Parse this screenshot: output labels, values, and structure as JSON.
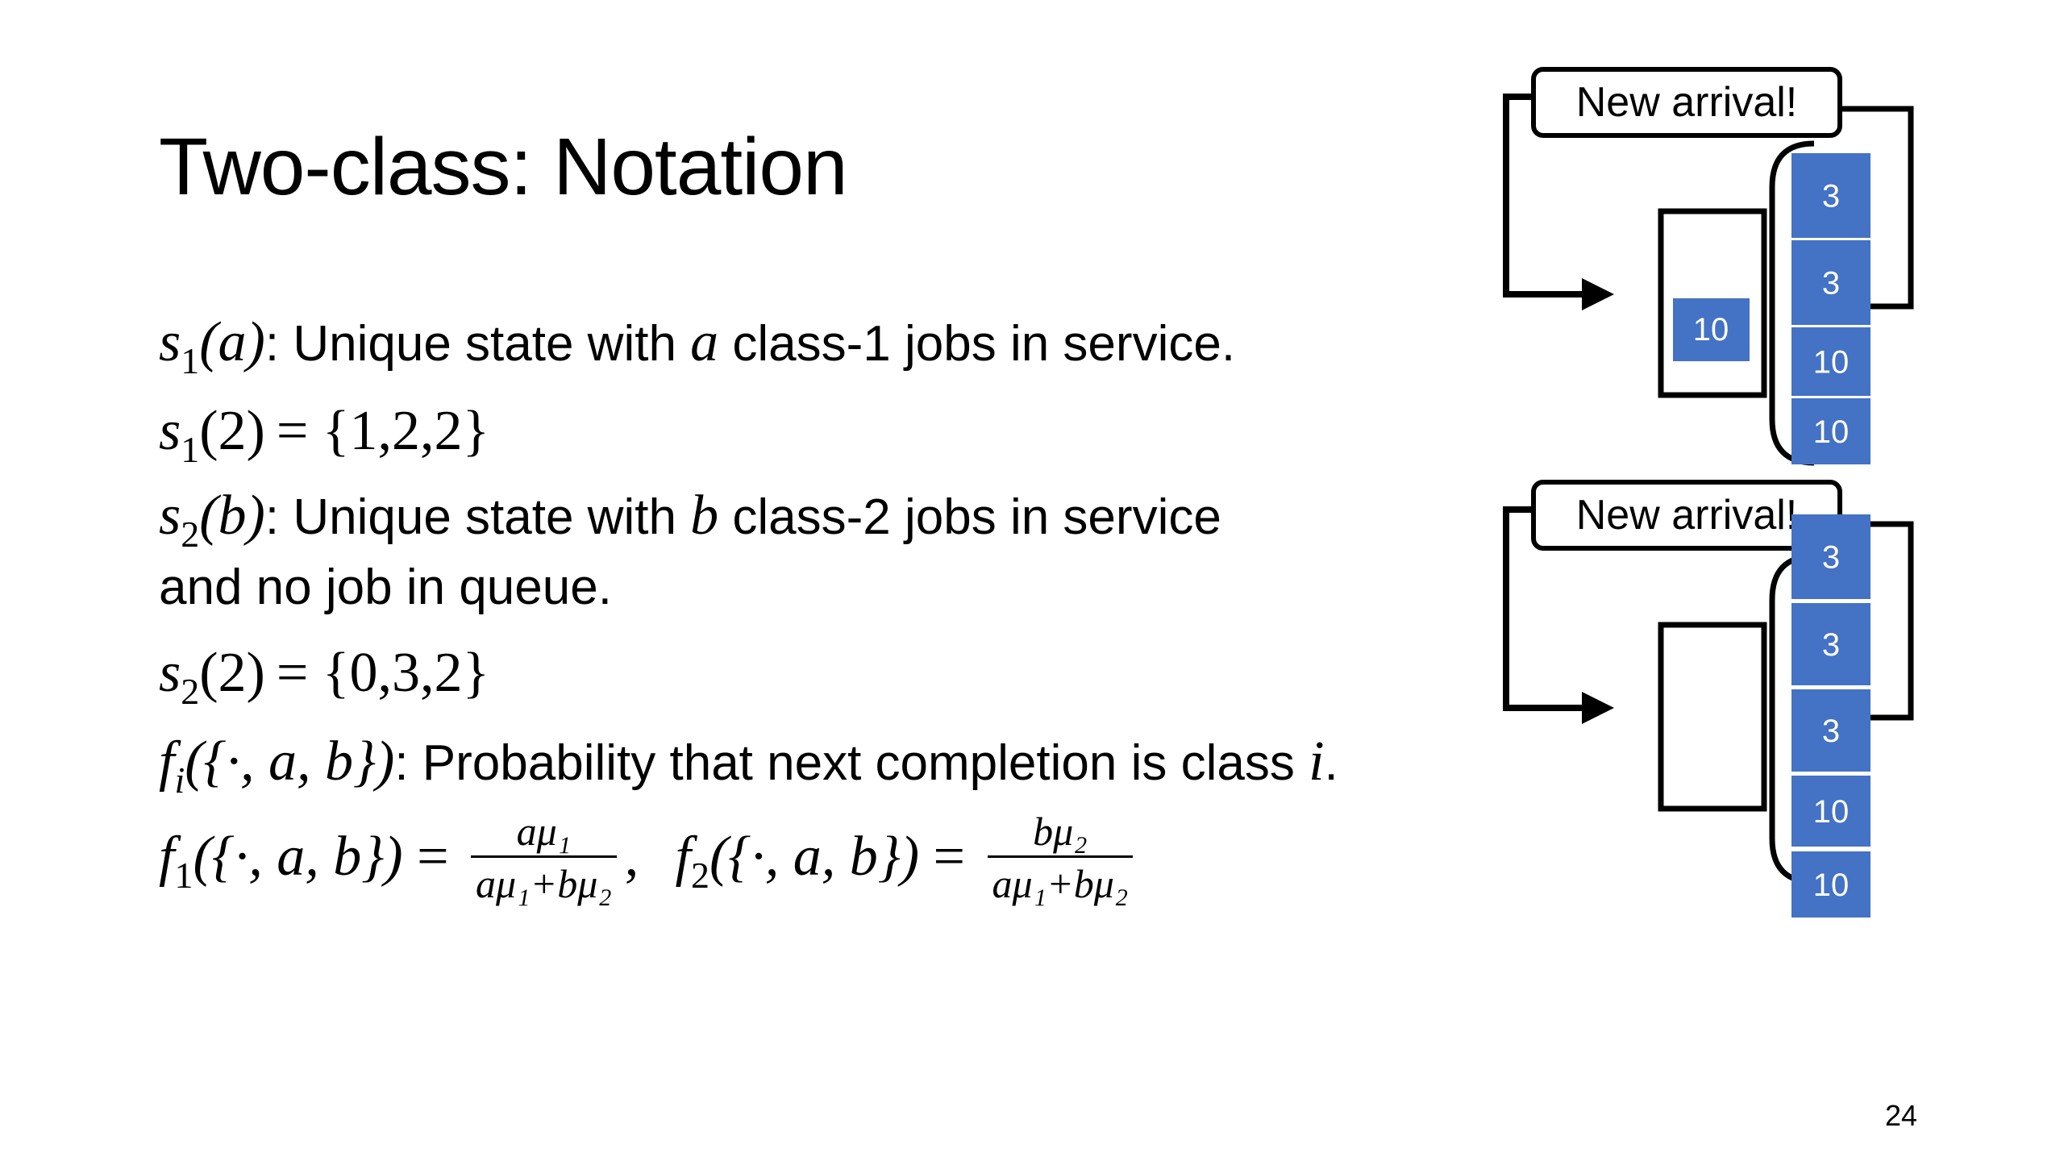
{
  "slide": {
    "title": "Two-class: Notation",
    "page_number": "24"
  },
  "lines": {
    "l1_text": ": Unique state with ",
    "l1_var": "a",
    "l1_text2": " class-1 jobs in service.",
    "l2_eq": "= {1,2,2}",
    "l3_text": ": Unique state with ",
    "l3_var": "b",
    "l3_text2": " class-2 jobs in service",
    "l4_text": "and no job in queue.",
    "l5_eq": "= {0,3,2}",
    "l6_text": ": Probability that next completion is class ",
    "l6_var": "i",
    "l6_end": "."
  },
  "math": {
    "s": "s",
    "f": "f",
    "sub1": "1",
    "sub2": "2",
    "subi": "i",
    "arg_a": "(a)",
    "arg_2": "(2)",
    "arg_b": "(b)",
    "set_arg": "({·, a, b})",
    "equals": " = ",
    "comma": ",",
    "frac1_num": "aμ₁",
    "frac1_den": "aμ₁+bμ₂",
    "frac2_num": "bμ₂",
    "frac2_den": "aμ₁+bμ₂"
  },
  "diagram": {
    "top": {
      "callout": "New arrival!",
      "server_job": "10",
      "queue": [
        "3",
        "3",
        "10",
        "10"
      ]
    },
    "bottom": {
      "callout": "New arrival!",
      "queue": [
        "3",
        "3",
        "3",
        "10",
        "10"
      ]
    },
    "job_color": "#4472C4"
  }
}
